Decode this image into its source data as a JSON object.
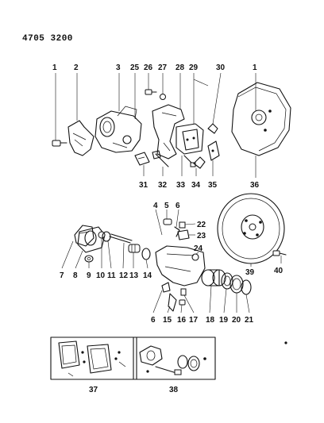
{
  "header": {
    "doc_code": "4705 3200"
  },
  "callouts": [
    "1",
    "2",
    "3",
    "25",
    "26",
    "27",
    "28",
    "29",
    "30",
    "1",
    "31",
    "32",
    "33",
    "34",
    "35",
    "36",
    "4",
    "5",
    "6",
    "22",
    "23",
    "24",
    "7",
    "8",
    "9",
    "10",
    "11",
    "12",
    "13",
    "14",
    "39",
    "40",
    "6",
    "15",
    "16",
    "17",
    "18",
    "19",
    "20",
    "21",
    "37",
    "38"
  ]
}
